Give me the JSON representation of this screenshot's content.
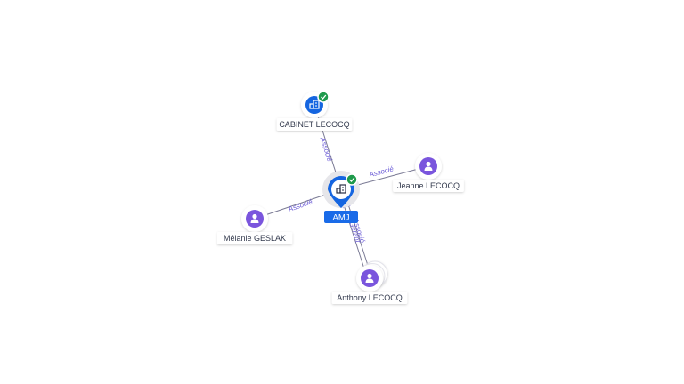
{
  "center": {
    "label": "AMJ",
    "kind": "company",
    "verified": true,
    "icon": "building-icon"
  },
  "nodes": [
    {
      "id": "cabinet",
      "label": "CABINET LECOCQ",
      "kind": "company",
      "verified": true,
      "icon": "building-icon"
    },
    {
      "id": "jeanne",
      "label": "Jeanne LECOCQ",
      "kind": "person",
      "icon": "person-icon"
    },
    {
      "id": "melanie",
      "label": "Mélanie GESLAK",
      "kind": "person",
      "icon": "person-icon"
    },
    {
      "id": "anthony",
      "label": "Anthony LECOCQ",
      "kind": "person",
      "icon": "person-icon"
    }
  ],
  "edges": [
    {
      "from": "cabinet",
      "labels": [
        "Associé"
      ]
    },
    {
      "from": "jeanne",
      "labels": [
        "Associé"
      ]
    },
    {
      "from": "melanie",
      "labels": [
        "Associé"
      ]
    },
    {
      "from": "anthony",
      "labels": [
        "Gérant",
        "Associé"
      ]
    }
  ],
  "colors": {
    "company": "#1565e0",
    "person": "#7a55dd",
    "verified": "#1f9a4c",
    "center_label_bg": "#1a6be8",
    "edge": "#7b7b95",
    "edge_label": "#6b5bd6"
  }
}
